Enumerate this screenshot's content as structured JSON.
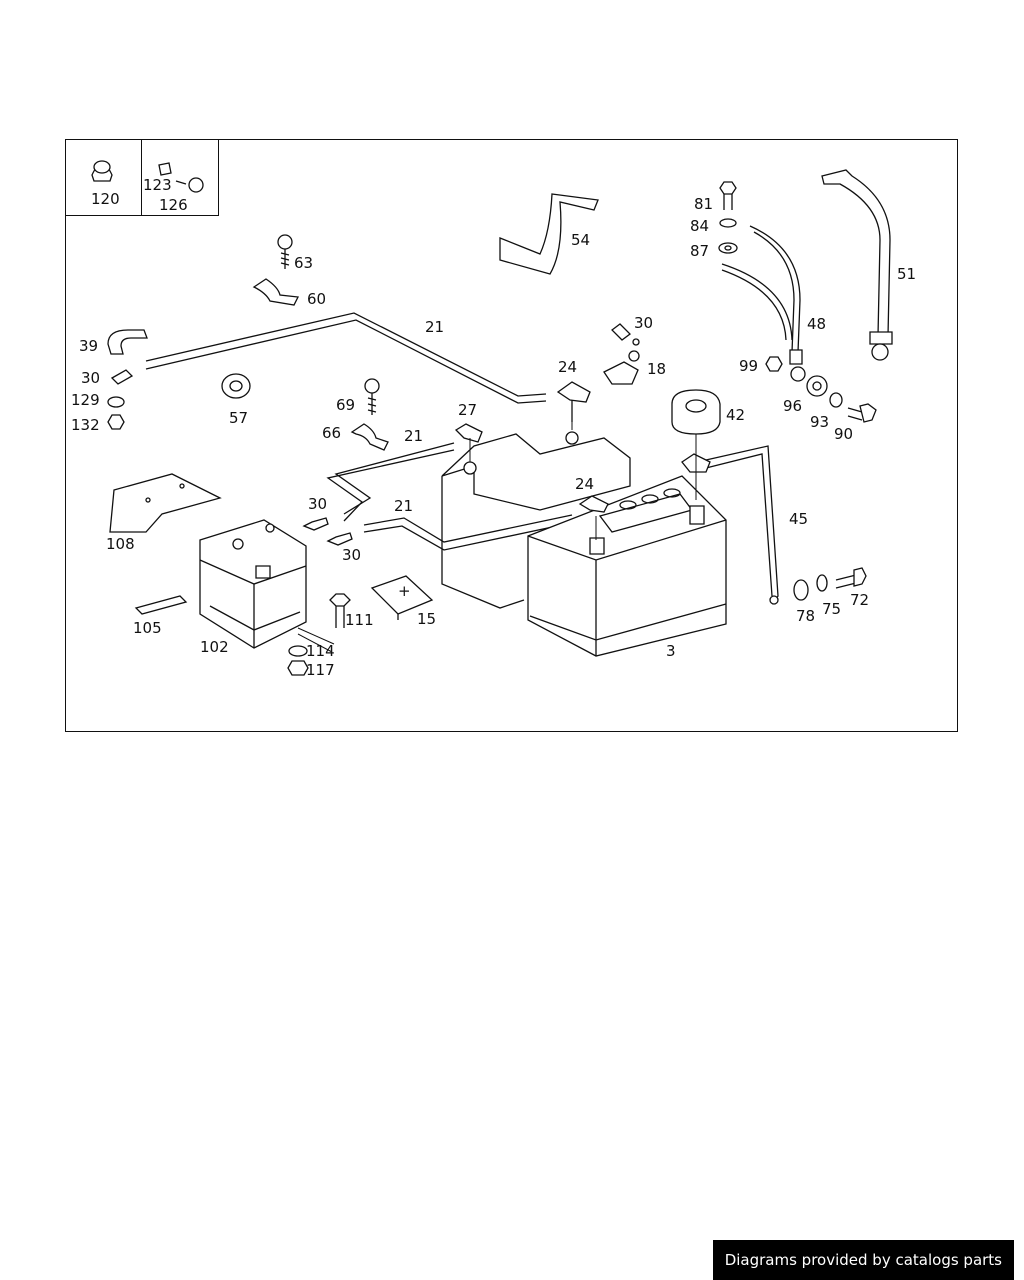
{
  "inset_labels": [
    "120",
    "123",
    "126"
  ],
  "part_labels": [
    "63",
    "60",
    "21",
    "39",
    "30",
    "129",
    "132",
    "57",
    "69",
    "66",
    "27",
    "21",
    "30",
    "30",
    "21",
    "108",
    "105",
    "102",
    "111",
    "114",
    "117",
    "15",
    "54",
    "30",
    "24",
    "18",
    "42",
    "24",
    "81",
    "84",
    "87",
    "48",
    "51",
    "99",
    "96",
    "93",
    "90",
    "45",
    "78",
    "75",
    "72",
    "3"
  ],
  "battery_mark": "+",
  "footer": {
    "text": "Diagrams provided by catalogs parts"
  }
}
